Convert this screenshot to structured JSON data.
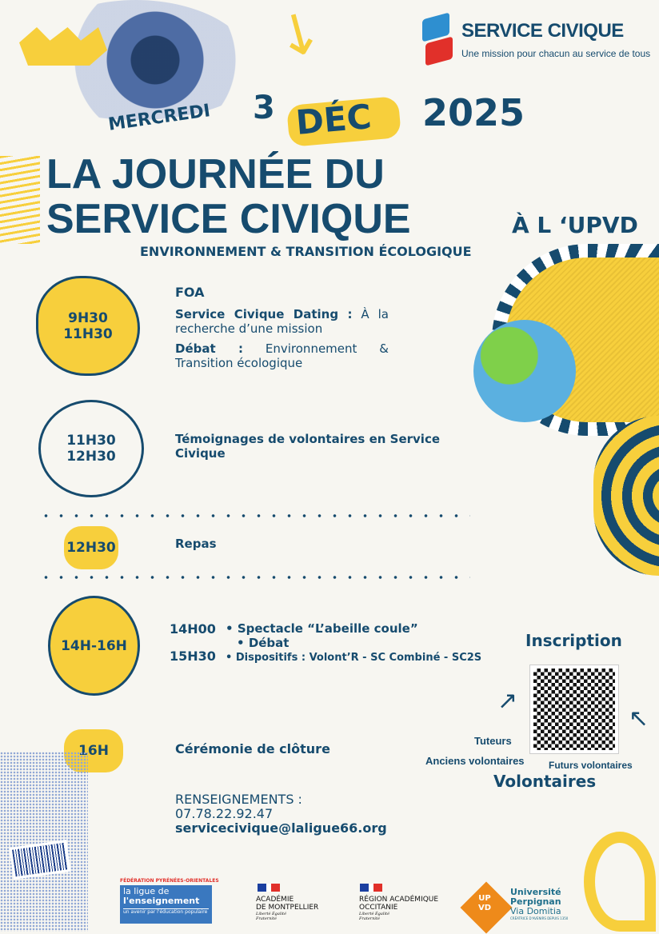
{
  "brand": {
    "name": "SERVICE CIVIQUE",
    "tagline": "Une mission pour chacun au service de tous"
  },
  "date": {
    "weekday": "MERCREDI",
    "day": "3",
    "month": "DÉC",
    "year": "2025"
  },
  "title": {
    "line1": "LA JOURNÉE DU",
    "line2": "SERVICE CIVIQUE",
    "location": "À L ‘UPVD",
    "subtitle": "ENVIRONNEMENT & TRANSITION ÉCOLOGIQUE"
  },
  "schedule": [
    {
      "time1": "9H30",
      "time2": "11H30",
      "heading": "FOA",
      "items": [
        {
          "bold": "Service Civique Dating :",
          "text": " À la recherche d’une mission"
        },
        {
          "bold": "Débat :",
          "text": " Environnement & Transition écologique"
        }
      ]
    },
    {
      "time1": "11H30",
      "time2": "12H30",
      "heading": "Témoignages de volontaires en Service Civique"
    },
    {
      "time1": "12H30",
      "heading": "Repas"
    },
    {
      "time1": "14H-16H",
      "sub": [
        {
          "time": "14H00",
          "item": "Spectacle “L’abeille coule”"
        },
        {
          "time": "",
          "item": "Débat"
        },
        {
          "time": "15H30",
          "item": "Dispositifs : Volont’R - SC Combiné - SC2S"
        }
      ]
    },
    {
      "time1": "16H",
      "heading": "Cérémonie de clôture"
    }
  ],
  "inscription": {
    "title": "Inscription",
    "tuteurs": "Tuteurs",
    "anciens": "Anciens volontaires",
    "futurs": "Futurs volontaires",
    "volontaires": "Volontaires"
  },
  "contact": {
    "label": "RENSEIGNEMENTS :",
    "phone": "07.78.22.92.47",
    "email": "servicecivique@laligue66.org"
  },
  "logos": {
    "ligue": {
      "top": "FÉDÉRATION PYRÉNÉES-ORIENTALES",
      "name1": "la ligue de",
      "name2": "l'enseignement",
      "slogan": "un avenir par l'éducation populaire"
    },
    "academie": {
      "name1": "ACADÉMIE",
      "name2": "DE MONTPELLIER",
      "motto": "Liberté Égalité Fraternité"
    },
    "region": {
      "name1": "RÉGION ACADÉMIQUE",
      "name2": "OCCITANIE",
      "motto": "Liberté Égalité Fraternité"
    },
    "upvd": {
      "badge1": "UP",
      "badge2": "VD",
      "name1": "Université",
      "name2": "Perpignan",
      "name3": "Via Domitia",
      "tag": "CRÉATRICE D'AVENIRS DEPUIS 1350"
    }
  },
  "colors": {
    "navy": "#164b6e",
    "yellow": "#f7cf3c",
    "red": "#e1302a",
    "orange": "#ee8a1a"
  }
}
